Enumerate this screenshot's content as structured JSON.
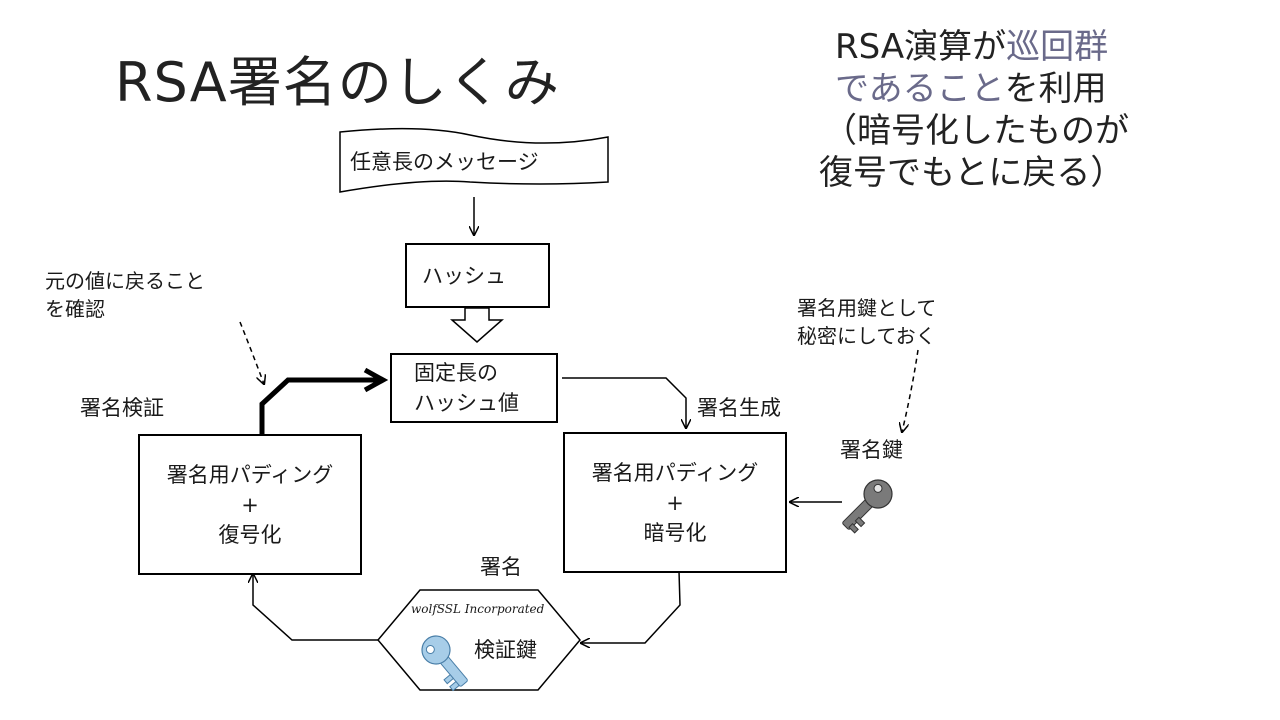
{
  "title": "RSA署名のしくみ",
  "note_right": {
    "line1_a": "RSA演算が",
    "line1_b": "巡回群",
    "line2_a": "であること",
    "line2_b": "を利用",
    "line3": "（暗号化したものが",
    "line4": "復号でもとに戻る）"
  },
  "message_box": "任意長のメッセージ",
  "hash_box": "ハッシュ",
  "fixed_hash": {
    "line1": "固定長の",
    "line2": "ハッシュ値"
  },
  "verify_label": "署名検証",
  "generate_label": "署名生成",
  "left_box": {
    "line1": "署名用パディング",
    "plus": "+",
    "line2": "復号化"
  },
  "right_box": {
    "line1": "署名用パディング",
    "plus": "+",
    "line2": "暗号化"
  },
  "note_left": {
    "line1": "元の値に戻ること",
    "line2": "を確認"
  },
  "note_secret": {
    "line1": "署名用鍵として",
    "line2": "秘密にしておく"
  },
  "sign_key_label": "署名鍵",
  "signature_label": "署名",
  "verify_key": {
    "company": "wolfSSL Incorporated",
    "label": "検証鍵"
  },
  "colors": {
    "sign_key": "#7a7a7a",
    "verify_key": "#a7cde8",
    "accent_gray": "#6a6a8a"
  }
}
